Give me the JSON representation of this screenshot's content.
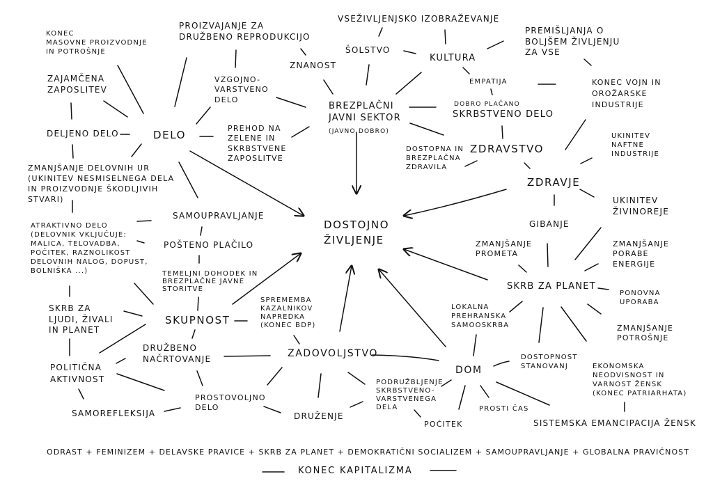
{
  "nodes": {
    "konec_masovne": "KONEC\nMASOVNE PROIZVODNJE\nIN POTROŠNJE",
    "zajamcena": "ZAJAMČENA\nZAPOSLITEV",
    "deljeno": "DELJENO DELO",
    "delo": "DELO",
    "zmanjsanje_ur": "ZMANJŠANJE DELOVNIH UR\n(UKINITEV NESMISELNEGA DELA\nIN PROIZVODNJE ŠKODLJIVIH\nSTVARI)",
    "atraktivno": "ATRAKTIVNO DELO\n(DELOVNIK VKLJUČUJE:\nMALICA, TELOVADBA,\nPOČITEK, RAZNOLIKOST\nDELOVNIH NALOG, DOPUST,\nBOLNIŠKA ...)",
    "proizvajanje": "PROIZVAJANJE ZA\nDRUŽBENO REPRODUKCIJO",
    "vzgojno": "VZGOJNO-\nVARSTVENO\nDELO",
    "prehod": "PREHOD NA\nZELENE IN\nSKRBSTVENE\nZAPOSLITVE",
    "znanost": "ZNANOST",
    "vsezivljenjsko": "VSEŽIVLJENJSKO IZOBRAŽEVANJE",
    "solstvo": "ŠOLSTVO",
    "kultura": "KULTURA",
    "premisljanja": "PREMIŠLJANJA O\nBOLJŠEM ŽIVLJENJU\nZA VSE",
    "empatija": "EMPATIJA",
    "brezplacni": "BREZPLAČNI\nJAVNI SEKTOR",
    "javno_dobro": "(JAVNO DOBRO)",
    "dobro_placano": "DOBRO PLAČANO",
    "skrbstveno_delo": "SKRBSTVENO DELO",
    "konec_vojn": "KONEC VOJN IN\nOROŽARSKE\nINDUSTRIJE",
    "dostopna_zdravila": "DOSTOPNA IN\nBREZPLAČNA\nZDRAVILA",
    "zdravstvo": "ZDRAVSTVO",
    "ukinitev_naftne": "UKINITEV\nNAFTNE\nINDUSTRIJE",
    "zdravje": "ZDRAVJE",
    "ukinitev_zivinoreje": "UKINITEV\nŽIVINOREJE",
    "gibanje": "GIBANJE",
    "dostojno": "DOSTOJNO\nŽIVLJENJE",
    "samoupravljanje": "SAMOUPRAVLJANJE",
    "posteno": "POŠTENO PLAČILO",
    "temeljni": "TEMELJNI DOHODEK IN\nBREZPLAČNE JAVNE\nSTORITVE",
    "zmanjsanje_prometa": "ZMANJŠANJE\nPROMETA",
    "zmanjsanje_porabe": "ZMANJŠANJE\nPORABE\nENERGIJE",
    "skrb_planet": "SKRB ZA PLANET",
    "ponovna": "PONOVNA\nUPORABA",
    "skrb_ljudi": "SKRB ZA\nLJUDI, ŽIVALI\nIN PLANET",
    "skupnost": "SKUPNOST",
    "sprememba": "SPREMEMBA\nKAZALNIKOV\nNAPREDKA\n(KONEC BDP)",
    "lokalna": "LOKALNA\nPREHRANSKA\nSAMOOSKRBA",
    "zmanjsanje_potrosnje": "ZMANJŠANJE\nPOTROŠNJE",
    "politicna": "POLITIČNA\nAKTIVNOST",
    "druzbeno": "DRUŽBENO\nNAČRTOVANJE",
    "zadovoljstvo": "ZADOVOLJSTVO",
    "dostopnost": "DOSTOPNOST\nSTANOVANJ",
    "dom": "DOM",
    "ekonomska": "EKONOMSKA\nNEODVISNOST IN\nVARNOST ŽENSK\n(KONEC PATRIARHATA)",
    "podruzbljenje": "PODRUŽBLJENJE\nSKRBSTVENO-\nVARSTVENEGA\nDELA",
    "prostovoljno": "PROSTOVOLJNO\nDELO",
    "samorefleksija": "SAMOREFLEKSIJA",
    "druzenje": "DRUŽENJE",
    "prosti_cas": "PROSTI ČAS",
    "pocitek": "POČITEK",
    "sistemska": "SISTEMSKA EMANCIPACIJA ŽENSK"
  },
  "footer": {
    "formula": "ODRAST + FEMINIZEM + DELAVSKE PRAVICE + SKRB ZA PLANET + DEMOKRATIČNI SOCIALIZEM + SAMOUPRAVLJANJE + GLOBALNA PRAVIČNOST",
    "conclusion": "KONEC KAPITALIZMA"
  }
}
